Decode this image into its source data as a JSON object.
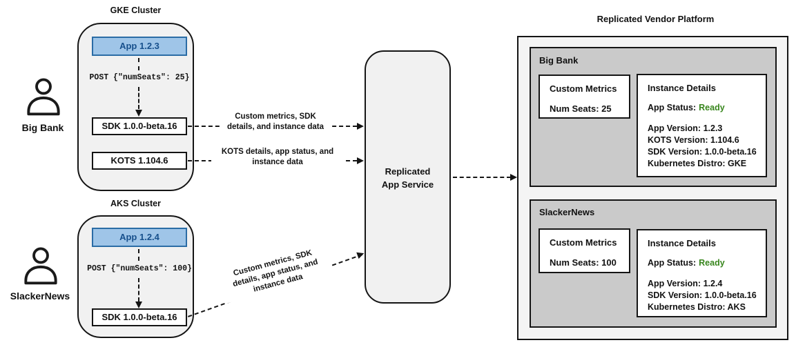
{
  "diagram": {
    "users": [
      {
        "name": "Big Bank"
      },
      {
        "name": "SlackerNews"
      }
    ],
    "clusters": [
      {
        "title": "GKE Cluster",
        "app_label": "App 1.2.3",
        "post_label": "POST {\"numSeats\": 25}",
        "sdk_label": "SDK 1.0.0-beta.16",
        "kots_label": "KOTS 1.104.6"
      },
      {
        "title": "AKS Cluster",
        "app_label": "App 1.2.4",
        "post_label": "POST {\"numSeats\": 100}",
        "sdk_label": "SDK 1.0.0-beta.16"
      }
    ],
    "connectors": [
      {
        "label": "Custom metrics, SDK details, and instance data"
      },
      {
        "label": "KOTS details, app status, and instance data"
      },
      {
        "label": "Custom metrics, SDK details, app status, and instance data"
      }
    ],
    "app_service": {
      "label": "Replicated App Service"
    },
    "platform": {
      "title": "Replicated Vendor Platform",
      "customers": [
        {
          "name": "Big Bank",
          "custom_metrics": {
            "title": "Custom Metrics",
            "num_seats": "Num Seats: 25"
          },
          "instance_details": {
            "title": "Instance Details",
            "app_status_label": "App Status:",
            "app_status_value": "Ready",
            "lines": [
              "App Version: 1.2.3",
              "KOTS Version: 1.104.6",
              "SDK Version: 1.0.0-beta.16",
              "Kubernetes Distro: GKE"
            ]
          }
        },
        {
          "name": "SlackerNews",
          "custom_metrics": {
            "title": "Custom Metrics",
            "num_seats": "Num Seats: 100"
          },
          "instance_details": {
            "title": "Instance Details",
            "app_status_label": "App Status:",
            "app_status_value": "Ready",
            "lines": [
              "App Version: 1.2.4",
              "SDK Version: 1.0.0-beta.16",
              "Kubernetes Distro: AKS"
            ]
          }
        }
      ]
    },
    "colors": {
      "app_fill": "#9fc5e8",
      "app_border": "#2a6ca5",
      "app_text": "#17508c",
      "status_green": "#38861d",
      "panel_gray": "#cacaca",
      "surface_gray": "#f1f1f1"
    }
  }
}
